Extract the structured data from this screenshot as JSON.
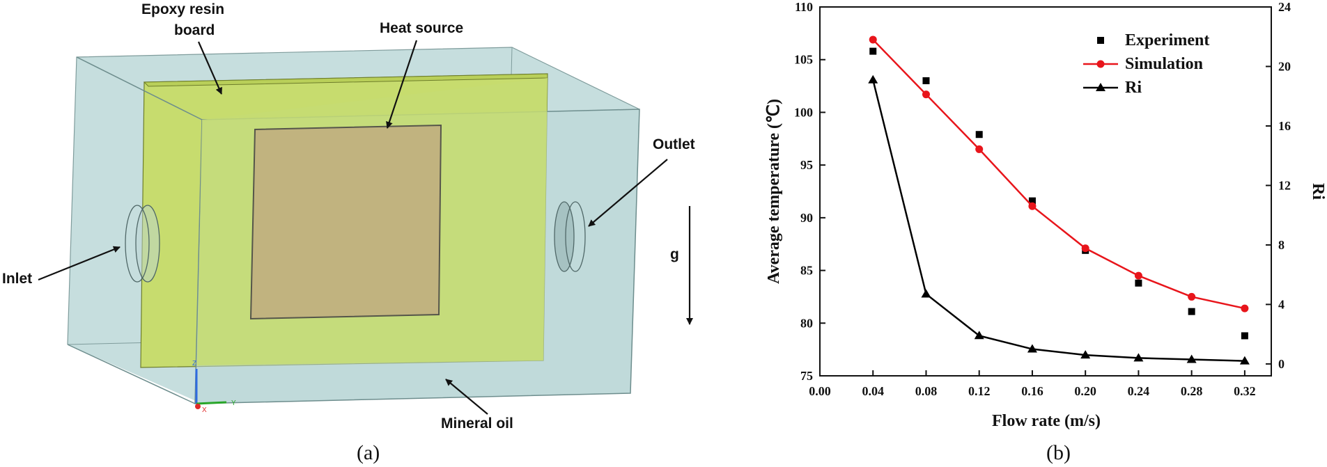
{
  "panel_a": {
    "caption": "(a)",
    "labels": {
      "epoxy_line1": "Epoxy resin",
      "epoxy_line2": "board",
      "heat_source": "Heat source",
      "outlet": "Outlet",
      "inlet": "Inlet",
      "gravity": "g",
      "mineral_oil": "Mineral oil"
    },
    "axis_triad": {
      "z": "Z",
      "y": "Y",
      "x": "X"
    },
    "colors": {
      "box": "#a9c9c9",
      "board": "#c7dc6e",
      "heat_source": "#c1b37f"
    }
  },
  "panel_b": {
    "caption": "(b)"
  },
  "chart_data": {
    "type": "line",
    "xlabel": "Flow rate (m/s)",
    "ylabel": "Average temperature (℃)",
    "y2label": "Ri",
    "xlim": [
      0,
      0.34
    ],
    "ylim": [
      75,
      110
    ],
    "y2lim": [
      -0.8,
      24
    ],
    "x_ticks": [
      "0.00",
      "0.04",
      "0.08",
      "0.12",
      "0.16",
      "0.20",
      "0.24",
      "0.28",
      "0.32"
    ],
    "y_ticks": [
      "75",
      "80",
      "85",
      "90",
      "95",
      "100",
      "105",
      "110"
    ],
    "y2_ticks": [
      "0",
      "4",
      "8",
      "12",
      "16",
      "20",
      "24"
    ],
    "grid": false,
    "legend_position": "top-right",
    "series": [
      {
        "name": "Experiment",
        "axis": "left",
        "marker": "square",
        "line": false,
        "color": "#000000",
        "x": [
          0.04,
          0.08,
          0.12,
          0.16,
          0.2,
          0.24,
          0.28,
          0.32
        ],
        "y": [
          105.8,
          103.0,
          97.9,
          91.6,
          86.9,
          83.8,
          81.1,
          78.8
        ]
      },
      {
        "name": "Simulation",
        "axis": "left",
        "marker": "circle",
        "line": true,
        "color": "#e8151b",
        "x": [
          0.04,
          0.08,
          0.12,
          0.16,
          0.2,
          0.24,
          0.28,
          0.32
        ],
        "y": [
          106.9,
          101.7,
          96.5,
          91.1,
          87.1,
          84.5,
          82.5,
          81.4
        ]
      },
      {
        "name": "Ri",
        "axis": "right",
        "marker": "triangle",
        "line": true,
        "color": "#000000",
        "x": [
          0.04,
          0.08,
          0.12,
          0.16,
          0.2,
          0.24,
          0.28,
          0.32
        ],
        "y": [
          19.1,
          4.7,
          1.9,
          1.0,
          0.6,
          0.4,
          0.3,
          0.2
        ]
      }
    ]
  }
}
